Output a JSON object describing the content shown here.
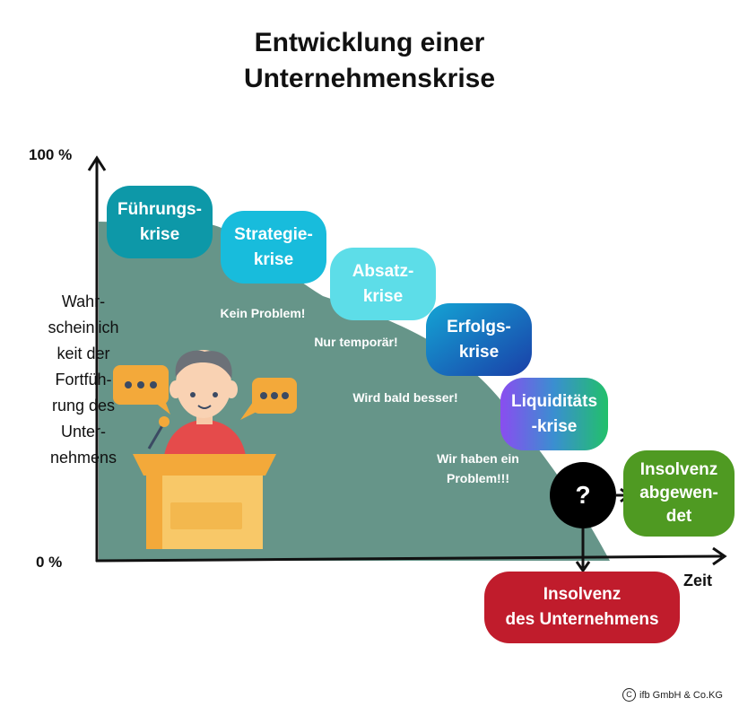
{
  "title_line1": "Entwicklung einer",
  "title_line2": "Unternehmenskrise",
  "y_top_label": "100 %",
  "y_bottom_label": "0 %",
  "y_axis_lines": [
    "Wahr-",
    "scheinlich",
    "keit der",
    "Fortfüh-",
    "rung des",
    "Unter-",
    "nehmens"
  ],
  "x_axis_label": "Zeit",
  "stages": [
    {
      "line1": "Führungs-",
      "line2": "krise",
      "color": "#0d98a8"
    },
    {
      "line1": "Strategie-",
      "line2": "krise",
      "color": "#18bcdc"
    },
    {
      "line1": "Absatz-",
      "line2": "krise",
      "color": "#5ddde8"
    },
    {
      "line1": "Erfolgs-",
      "line2": "krise",
      "color": "#1e6bc0"
    },
    {
      "line1": "Liquiditäts",
      "line2": "-krise",
      "color": "#6c5ce7"
    }
  ],
  "notes": [
    {
      "line1": "Kein Problem!",
      "line2": ""
    },
    {
      "line1": "Nur temporär!",
      "line2": ""
    },
    {
      "line1": "Wird bald besser!",
      "line2": ""
    },
    {
      "line1": "Wir haben ein",
      "line2": "Problem!!!"
    }
  ],
  "decision_symbol": "?",
  "outcome_averted": {
    "line1": "Insolvenz",
    "line2": "abgewen-",
    "line3": "det",
    "color": "#4f9a22"
  },
  "outcome_insolvency": {
    "line1": "Insolvenz",
    "line2": "des Unternehmens",
    "color": "#c01c2c"
  },
  "copyright_symbol": "C",
  "copyright_text": "ifb GmbH & Co.KG",
  "area_color": "#669589"
}
